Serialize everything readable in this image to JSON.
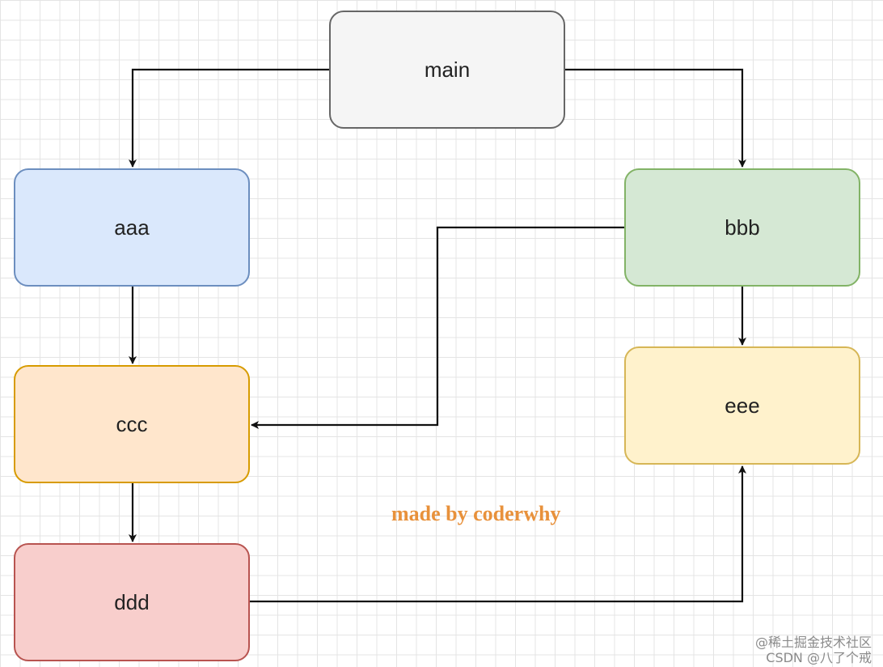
{
  "nodes": {
    "main": "main",
    "aaa": "aaa",
    "bbb": "bbb",
    "ccc": "ccc",
    "ddd": "ddd",
    "eee": "eee"
  },
  "edges": [
    {
      "from": "main",
      "to": "aaa"
    },
    {
      "from": "main",
      "to": "bbb"
    },
    {
      "from": "aaa",
      "to": "ccc"
    },
    {
      "from": "bbb",
      "to": "ccc"
    },
    {
      "from": "bbb",
      "to": "eee"
    },
    {
      "from": "ccc",
      "to": "ddd"
    },
    {
      "from": "ddd",
      "to": "eee"
    }
  ],
  "watermark": "made by coderwhy",
  "credits": {
    "line1": "@稀土掘金技术社区",
    "line2": "CSDN @八了个戒"
  },
  "colors": {
    "main_fill": "#f5f5f5",
    "aaa_fill": "#dae8fc",
    "bbb_fill": "#d5e8d4",
    "ccc_fill": "#ffe6cc",
    "ddd_fill": "#f8cecc",
    "eee_fill": "#fff2cc",
    "watermark": "#e8913b"
  }
}
